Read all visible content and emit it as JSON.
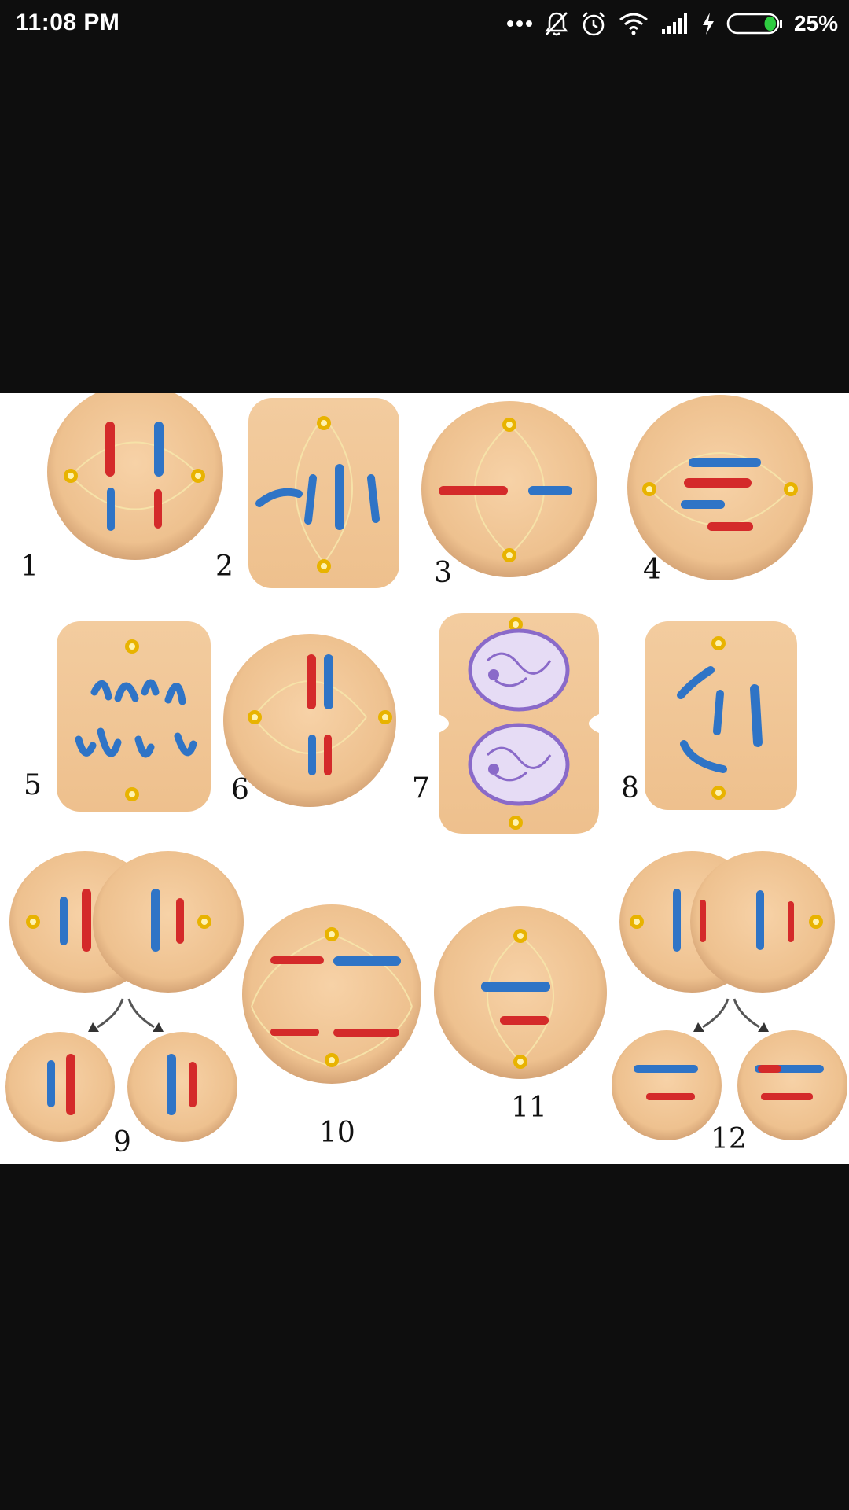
{
  "status_bar": {
    "time": "11:08 PM",
    "battery_percent": "25%",
    "battery_level": 0.25,
    "icons": [
      "more-dots-icon",
      "notifications-off-icon",
      "alarm-icon",
      "wifi-icon",
      "signal-icon",
      "charging-icon",
      "battery-icon"
    ],
    "text_color": "#ffffff"
  },
  "figure": {
    "labels": [
      "1",
      "2",
      "3",
      "4",
      "5",
      "6",
      "7",
      "8",
      "9",
      "10",
      "11",
      "12"
    ],
    "colors": {
      "cell_fill": "#f0c291",
      "cell_edge": "#c99a6a",
      "chromosome_red": "#d42a2a",
      "chromosome_blue": "#2f74c6",
      "nucleus": "#8a6ac9",
      "centrosome": "#e8b300",
      "background": "#ffffff"
    }
  }
}
